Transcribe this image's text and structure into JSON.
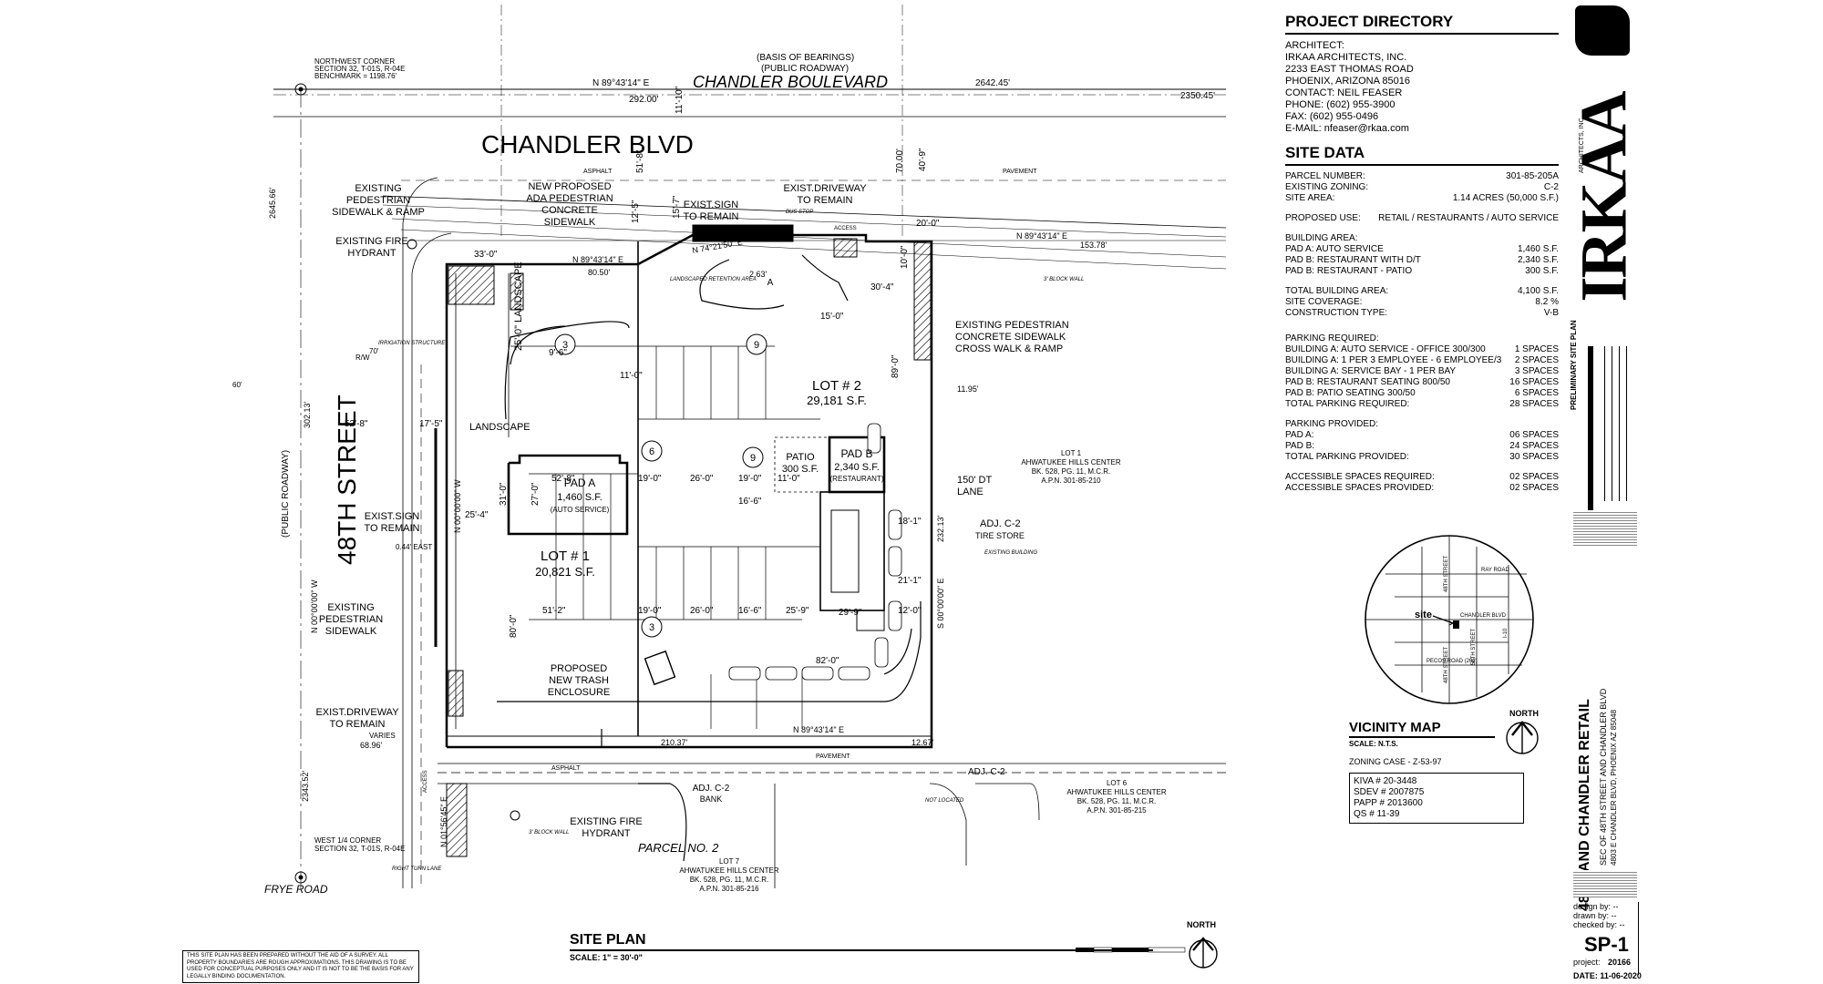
{
  "directory": {
    "title": "PROJECT DIRECTORY",
    "lines": [
      "ARCHITECT:",
      "IRKAA ARCHITECTS, INC.",
      "2233 EAST THOMAS ROAD",
      "PHOENIX, ARIZONA  85016",
      "CONTACT:  NEIL FEASER",
      "PHONE: (602) 955-3900",
      "FAX:  (602) 955-0496",
      "E-MAIL: nfeaser@rkaa.com"
    ]
  },
  "site_data": {
    "title": "SITE DATA",
    "basic": [
      {
        "label": "PARCEL NUMBER:",
        "value": "301-85-205A"
      },
      {
        "label": "EXISTING ZONING:",
        "value": "C-2"
      },
      {
        "label": "SITE AREA:",
        "value": "1.14 ACRES (50,000 S.F.)"
      }
    ],
    "proposed_use": {
      "label": "PROPOSED USE:",
      "value": "RETAIL / RESTAURANTS / AUTO SERVICE"
    },
    "building_area_label": "BUILDING AREA:",
    "building_area": [
      {
        "label": "PAD A: AUTO SERVICE",
        "value": "1,460 S.F."
      },
      {
        "label": "PAD B: RESTAURANT WITH D/T",
        "value": "2,340 S.F."
      },
      {
        "label": "PAD B: RESTAURANT - PATIO",
        "value": "300 S.F."
      }
    ],
    "totals": [
      {
        "label": "TOTAL BUILDING AREA:",
        "value": "4,100 S.F."
      },
      {
        "label": "SITE COVERAGE:",
        "value": "8.2 %"
      },
      {
        "label": "CONSTRUCTION TYPE:",
        "value": "V-B"
      }
    ],
    "parking_required_label": "PARKING REQUIRED:",
    "parking_required": [
      {
        "label": "BUILDING A: AUTO SERVICE - OFFICE 300/300",
        "value": "1 SPACES"
      },
      {
        "label": "BUILDING A: 1 PER 3 EMPLOYEE - 6 EMPLOYEE/3",
        "value": "2 SPACES"
      },
      {
        "label": "BUILDING A: SERVICE BAY - 1 PER BAY",
        "value": "3 SPACES"
      },
      {
        "label": "PAD B: RESTAURANT SEATING  800/50",
        "value": "16 SPACES"
      },
      {
        "label": "PAD B: PATIO SEATING 300/50",
        "value": "6 SPACES"
      },
      {
        "label": "TOTAL PARKING REQUIRED:",
        "value": "28 SPACES"
      }
    ],
    "parking_provided_label": "PARKING PROVIDED:",
    "parking_provided": [
      {
        "label": "PAD A:",
        "value": "06 SPACES"
      },
      {
        "label": "PAD B:",
        "value": "24 SPACES"
      },
      {
        "label": "TOTAL PARKING PROVIDED:",
        "value": "30 SPACES"
      }
    ],
    "accessible": [
      {
        "label": "ACCESSIBLE SPACES REQUIRED:",
        "value": "02 SPACES"
      },
      {
        "label": "ACCESSIBLE SPACES PROVIDED:",
        "value": "02 SPACES"
      }
    ]
  },
  "vicinity": {
    "title": "VICINITY MAP",
    "scale": "SCALE:    N.T.S.",
    "zoning_case": "ZONING CASE  -  Z-53-97",
    "north": "NORTH",
    "site_label": "site",
    "labels": {
      "ray": "RAY ROAD",
      "chandler": "CHANDLER BLVD",
      "pecos": "PECOS ROAD (202)",
      "st48": "48TH STREET",
      "st56": "56TH STREET",
      "i10": "I-10"
    },
    "ids": [
      "KIVA # 20-3448",
      "SDEV # 2007875",
      "PAPP # 2013600",
      "QS # 11-39"
    ]
  },
  "title_block": {
    "firm": "IRKAA",
    "firm_sub": "ARCHITECTS, INC.",
    "sheet_title": "PRELIMINARY SITE PLAN",
    "project_name": "48TH AND CHANDLER RETAIL",
    "project_address": "SEC OF 48TH STREET AND CHANDLER BLVD",
    "project_address2": "4803 E CHANDLER BLVD, PHOENIX AZ 85048",
    "designed_by": "design by:  --",
    "drawn_by": "drawn by:  --",
    "checked_by": "checked by:  --",
    "sheet_number": "SP-1",
    "project_label": "project:",
    "project_number": "20166",
    "date": "DATE: 11-06-2020"
  },
  "site_plan": {
    "title": "SITE PLAN",
    "scale": "SCALE:   1\" = 30'-0\"",
    "north": "NORTH",
    "disclaimer": "THIS SITE PLAN HAS BEEN PREPARED WITHOUT THE AID OF A SURVEY.  ALL PROPERTY BOUNDARIES ARE ROUGH APPROXIMATIONS.  THIS DRAWING IS TO BE USED FOR CONCEPTUAL PURPOSES ONLY AND IT IS NOT TO BE THE BASIS FOR ANY LEGALLY BINDING DOCUMENTATION."
  },
  "plan_labels": {
    "chandler_blvd_big": "CHANDLER BLVD",
    "chandler_boulevard": "CHANDLER BOULEVARD",
    "basis_1": "(BASIS OF BEARINGS)",
    "basis_2": "(PUBLIC ROADWAY)",
    "bearing_top": "N 89°43'14\" E",
    "dim_292": "292.00'",
    "dim_2642": "2642.45'",
    "dim_2350": "2350.45'",
    "nw_1": "NORTHWEST CORNER",
    "nw_2": "SECTION 32, T-01S, R-04E",
    "nw_3": "BENCHMARK = 1198.76'",
    "st48": "48TH STREET",
    "public_roadway": "(PUBLIC ROADWAY)",
    "ex_ped_1": "EXISTING",
    "ex_ped_2": "PEDESTRIAN",
    "ex_ped_3": "SIDEWALK & RAMP",
    "ex_fire_1": "EXISTING FIRE",
    "ex_fire_2": "HYDRANT",
    "new_ada_1": "NEW PROPOSED",
    "new_ada_2": "ADA PEDESTRIAN",
    "new_ada_3": "CONCRETE",
    "new_ada_4": "SIDEWALK",
    "exsign_1": "EXIST.SIGN",
    "exsign_2": "TO REMAIN",
    "exdrive_1": "EXIST.DRIVEWAY",
    "exdrive_2": "TO REMAIN",
    "excross_1": "EXISTING PEDESTRIAN",
    "excross_2": "CONCRETE SIDEWALK",
    "excross_3": "CROSS WALK & RAMP",
    "lot2": "LOT # 2",
    "lot2_area": "29,181 S.F.",
    "lot1": "LOT # 1",
    "lot1_area": "20,821 S.F.",
    "pada": "PAD A",
    "pada_area": "1,460 S.F.",
    "pada_use": "(AUTO SERVICE)",
    "padb": "PAD B",
    "padb_area": "2,340 S.F.",
    "padb_use": "(RESTAURANT)",
    "patio": "PATIO",
    "patio_area": "300 S.F.",
    "landscape": "LANDSCAPE",
    "landscape_v": "25'-0\" LANDSCAPE",
    "exsign_w_1": "EXIST.SIGN",
    "exsign_w_2": "TO REMAIN",
    "ex_ped_w_1": "EXISTING",
    "ex_ped_w_2": "PEDESTRIAN",
    "ex_ped_w_3": "SIDEWALK",
    "trash_1": "PROPOSED",
    "trash_2": "NEW TRASH",
    "trash_3": "ENCLOSURE",
    "exdrive_w_1": "EXIST.DRIVEWAY",
    "exdrive_w_2": "TO REMAIN",
    "ex_fire_s_1": "EXISTING FIRE",
    "ex_fire_s_2": "HYDRANT",
    "dt_lane_1": "150' DT",
    "dt_lane_2": "LANE",
    "adj_c2": "ADJ. C-2",
    "tire_store": "TIRE STORE",
    "existing_building": "EXISTING BUILDING",
    "lot1_e_1": "LOT 1",
    "lot1_e_2": "AHWATUKEE HILLS CENTER",
    "lot1_e_3": "BK. 528, PG. 11, M.C.R.",
    "lot1_e_4": "A.P.N. 301-85-210",
    "lot6_1": "LOT 6",
    "lot6_2": "AHWATUKEE HILLS CENTER",
    "lot6_3": "BK. 528, PG. 11, M.C.R.",
    "lot6_4": "A.P.N. 301-85-215",
    "parcel2": "PARCEL NO. 2",
    "lot7_1": "LOT 7",
    "lot7_2": "AHWATUKEE HILLS CENTER",
    "lot7_3": "BK. 528, PG. 11, M.C.R.",
    "lot7_4": "A.P.N. 301-85-216",
    "adj_c2_bank": "ADJ. C-2",
    "bank": "BANK",
    "adj_c2_s": "ADJ. C-2",
    "w14_1": "WEST 1/4 CORNER",
    "w14_2": "SECTION 32, T-01S, R-04E",
    "frye_road": "FRYE ROAD",
    "asphalt": "ASPHALT",
    "pavement": "PAVEMENT",
    "access": "ACCESS",
    "bearing_n": "N 89°43'14\" E",
    "bearing_n_short": "N 74°21'50\" E",
    "bearing_s": "N 89°43'14\" E",
    "bearing_w": "N 00°00'00\" W",
    "bearing_w2": "N 00°00'00\" W",
    "bearing_e": "S 00°00'00\" E",
    "bearing_sw": "N 01°56'45\" E",
    "dim_8050": "80.50'",
    "dim_15378": "153.78'",
    "dim_21037": "210.37'",
    "dim_6896": "68.96'",
    "dim_1267": "12.67'",
    "dim_1195": "11.95'",
    "dim_2343": "2343.52'",
    "dim_2645": "2645.66'",
    "dim_302": "302.13'",
    "dim_232": "232.13'",
    "dim_0_44": "0.44' EAST",
    "dim_33": "33'-0\"",
    "dim_52_8": "52'-8\"",
    "dim_17_5": "17'-5\"",
    "dim_25_4": "25'-4\"",
    "dim_51_2": "51'-2\"",
    "dim_19": "19'-0\"",
    "dim_26": "26'-0\"",
    "dim_30_4": "30'-4\"",
    "dim_15": "15'-0\"",
    "dim_20": "20'-0\"",
    "dim_10": "10'-0\"",
    "dim_89": "89'-0\"",
    "dim_82": "82'-0\"",
    "dim_25_9": "25'-9\"",
    "dim_16_6": "16'-6\"",
    "dim_9_6": "9'-6\"",
    "dim_11": "11'-0\"",
    "dim_12_5": "12'-5\"",
    "dim_70": "70.00'",
    "dim_40_9": "40'-9\"",
    "dim_263": "2.63'",
    "dim_18_1": "18'-1\"",
    "dim_21_1": "21'-1\"",
    "dim_12": "12'-0\"",
    "dim_29_9": "29'-9\"",
    "dim_varies": "VARIES",
    "dim_80": "80'-0\"",
    "dim_31": "31'-0\"",
    "dim_27": "27'-0\"",
    "spaces_3": "3",
    "spaces_9": "9",
    "spaces_6": "6",
    "marker_a": "A",
    "irrigation": "IRRIGATION STRUCTURE",
    "right_turn": "RIGHT TURN LANE",
    "bus_stop": "BUS STOP",
    "not_located": "NOT LOCATED",
    "block_wall": "3' BLOCK WALL",
    "landscape_ret": "LANDSCAPED RETENTION AREA",
    "row": "R/W",
    "dim_60": "60'",
    "dim_70w": "70'",
    "dim_11_10": "11'-10\"",
    "dim_51_8": "51'-8\"",
    "dim_15_7": "15'-7\""
  }
}
